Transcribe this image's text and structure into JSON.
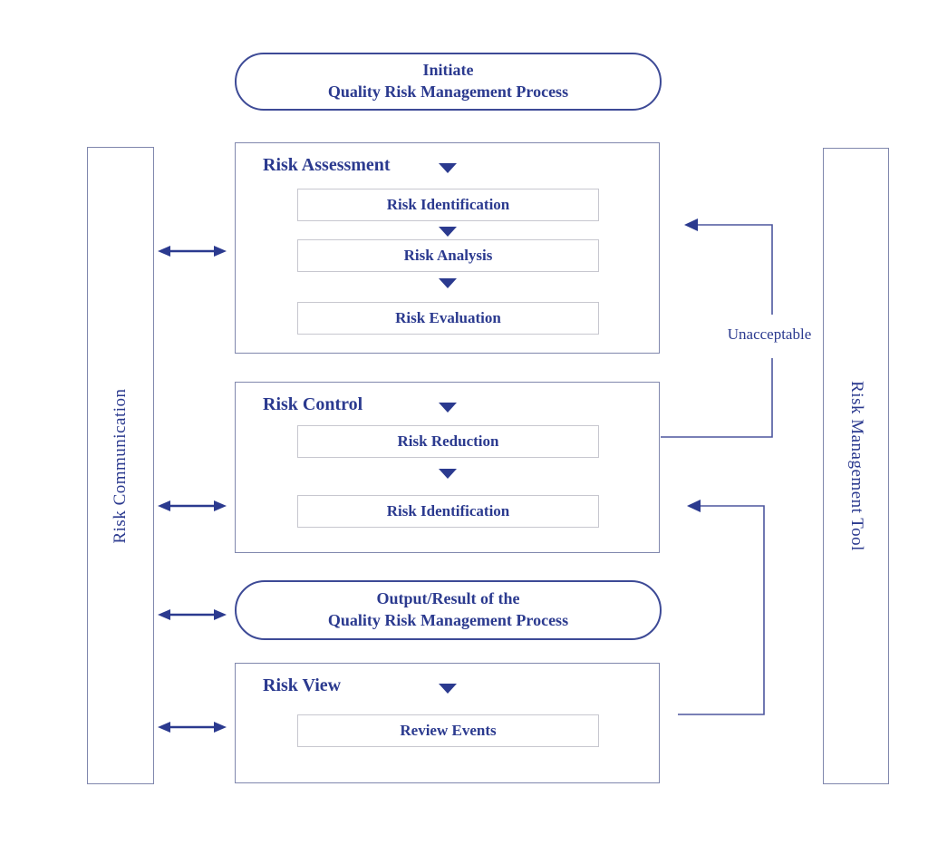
{
  "colors": {
    "navy": "#2b3a8f",
    "pill_border": "#3d4a96",
    "box_border": "#8087ad",
    "subbox_border": "#c7c7cf",
    "loop_line": "#4d579e",
    "background": "#ffffff"
  },
  "initiate_pill": {
    "line1": "Initiate",
    "line2": "Quality Risk Management Process"
  },
  "risk_assessment": {
    "heading": "Risk Assessment",
    "steps": [
      "Risk Identification",
      "Risk Analysis",
      "Risk Evaluation"
    ]
  },
  "risk_control": {
    "heading": "Risk Control",
    "steps": [
      "Risk Reduction",
      "Risk Identification"
    ]
  },
  "output_pill": {
    "line1": "Output/Result of the",
    "line2": "Quality Risk Management Process"
  },
  "risk_view": {
    "heading": "Risk View",
    "steps": [
      "Review Events"
    ]
  },
  "sidebars": {
    "left": "Risk Communication",
    "right": "Risk Management Tool"
  },
  "labels": {
    "unacceptable": "Unacceptable"
  }
}
